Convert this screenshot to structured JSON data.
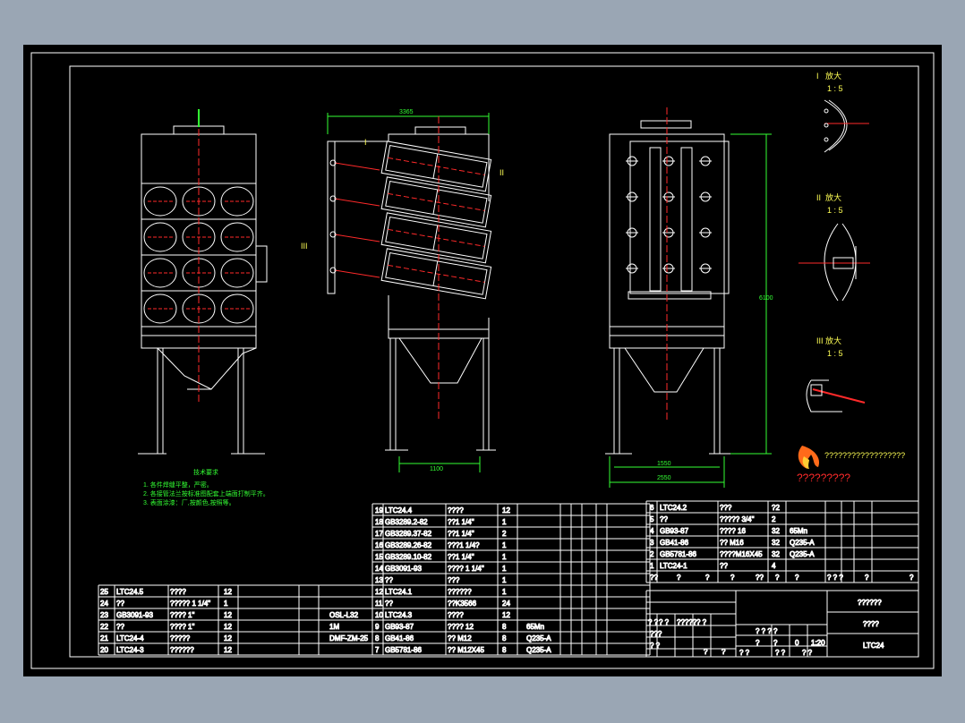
{
  "drawing": {
    "tech_notes_title": "技术要求",
    "tech_notes": [
      "1. 各件焊缝平整，严密。",
      "2. 各接管法兰按标准图配套上端面打制平齐。",
      "3. 表面涂漆：厂,按颜色,按照等。"
    ],
    "detail_views": [
      {
        "label": "I",
        "scale_text": "放大",
        "ratio": "1 : 5"
      },
      {
        "label": "II",
        "scale_text": "放大",
        "ratio": "1 : 5"
      },
      {
        "label": "III",
        "scale_text": "放大",
        "ratio": "1 : 5"
      }
    ],
    "callouts": [
      "I",
      "II",
      "III"
    ],
    "dimensions": [
      "3365",
      "1100",
      "6100",
      "1550",
      "2550"
    ],
    "logo_text": "?????????",
    "logo_sub": "??????????????????"
  },
  "bom_middle": [
    {
      "no": "19",
      "code": "LTC24.4",
      "name": "????",
      "qty": "12",
      "mat": ""
    },
    {
      "no": "18",
      "code": "GB3289.2-82",
      "name": "??1 1/4\"",
      "qty": "1",
      "mat": ""
    },
    {
      "no": "17",
      "code": "GB3289.37-82",
      "name": "??1 1/4\"",
      "qty": "2",
      "mat": ""
    },
    {
      "no": "16",
      "code": "GB3289.26-82",
      "name": "???1 1/4?",
      "qty": "1",
      "mat": ""
    },
    {
      "no": "15",
      "code": "GB3289.10-82",
      "name": "??1 1/4\"",
      "qty": "1",
      "mat": ""
    },
    {
      "no": "14",
      "code": "GB3091-93",
      "name": "???? 1 1/4\"",
      "qty": "1",
      "mat": ""
    },
    {
      "no": "13",
      "code": "??",
      "name": "???",
      "qty": "1",
      "mat": ""
    },
    {
      "no": "12",
      "code": "LTC24.1",
      "name": "??????",
      "qty": "1",
      "mat": ""
    },
    {
      "no": "11",
      "code": "??",
      "name": "??K3566",
      "qty": "24",
      "mat": ""
    },
    {
      "no": "10",
      "code": "LTC24.3",
      "name": "????",
      "qty": "12",
      "mat": ""
    },
    {
      "no": "9",
      "code": "GB93-87",
      "name": "???? 12",
      "qty": "8",
      "mat": "65Mn"
    },
    {
      "no": "8",
      "code": "GB41-86",
      "name": "?? M12",
      "qty": "8",
      "mat": "Q235-A"
    },
    {
      "no": "7",
      "code": "GB5781-86",
      "name": "?? M12X45",
      "qty": "8",
      "mat": "Q235-A"
    }
  ],
  "bom_left": [
    {
      "no": "25",
      "code": "LTC24.5",
      "name": "????",
      "qty": "12"
    },
    {
      "no": "24",
      "code": "??",
      "name": "????? 1 1/4\"",
      "qty": "1"
    },
    {
      "no": "23",
      "code": "GB3091-93",
      "name": "???? 1\"",
      "qty": "12"
    },
    {
      "no": "22",
      "code": "??",
      "name": "???? 1\"",
      "qty": "12"
    },
    {
      "no": "21",
      "code": "LTC24-4",
      "name": "?????",
      "qty": "12"
    },
    {
      "no": "20",
      "code": "LTC24-3",
      "name": "??????",
      "qty": "12"
    }
  ],
  "bom_left_notes": [
    "OSL-L32",
    "1M",
    "DMF-ZM-25"
  ],
  "bom_right": [
    {
      "no": "6",
      "code": "LTC24.2",
      "name": "???",
      "qty": "?2",
      "mat": ""
    },
    {
      "no": "5",
      "code": "??",
      "name": "????? 3/4\"",
      "qty": "2",
      "mat": ""
    },
    {
      "no": "4",
      "code": "GB93-87",
      "name": "???? 16",
      "qty": "32",
      "mat": "65Mn"
    },
    {
      "no": "3",
      "code": "GB41-86",
      "name": "?? M16",
      "qty": "32",
      "mat": "Q235-A"
    },
    {
      "no": "2",
      "code": "GB5781-86",
      "name": "????M16X45",
      "qty": "32",
      "mat": "Q235-A"
    },
    {
      "no": "1",
      "code": "LTC24-1",
      "name": "??",
      "qty": "4",
      "mat": ""
    }
  ],
  "bom_header": [
    "??",
    "?",
    "?",
    "?",
    "??",
    "?",
    "?",
    "? ? ?",
    "?",
    "?"
  ],
  "title_block": {
    "title1": "??????",
    "title2": "????",
    "drawing_no": "LTC24",
    "scale": "1:20",
    "sheet": "0",
    "small": [
      "? ?",
      "? ?",
      "?????",
      "? ?",
      "???",
      "? ?",
      "? ? ? ?",
      "? ?",
      "? ?",
      "? ?",
      "?",
      "?",
      "?",
      "?"
    ]
  },
  "colors": {
    "background": "#9aa6b4",
    "sheet": "#000000",
    "line": "#ffffff",
    "center_line": "#ff2a2a",
    "dimension": "#33ff33",
    "accent_text": "#ffff55"
  }
}
